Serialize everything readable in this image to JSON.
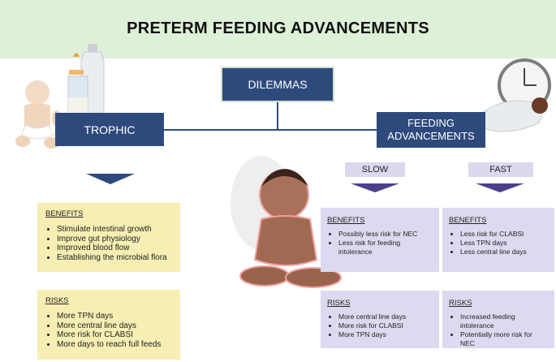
{
  "title": "PRETERM FEEDING ADVANCEMENTS",
  "dilemmas_label": "DILEMMAS",
  "trophic": {
    "label": "TROPHIC",
    "benefits": {
      "heading": "BENEFITS",
      "items": [
        "Stimulate intestinal growth",
        "Improve gut physiology",
        "Improved blood flow",
        "Establishing the microbial flora"
      ]
    },
    "risks": {
      "heading": "RISKS",
      "items": [
        "More TPN days",
        "More central line days",
        "More risk for CLABSI",
        "More days to reach full feeds"
      ]
    }
  },
  "feeding": {
    "label_line1": "FEEDING",
    "label_line2": "ADVANCEMENTS",
    "slow": {
      "label": "SLOW",
      "benefits": {
        "heading": "BENEFITS",
        "items": [
          "Possibly less risk for NEC",
          "Less risk for feeding intolerance"
        ]
      },
      "risks": {
        "heading": "RISKS",
        "items": [
          "More central line days",
          "More risk for CLABSI",
          "More TPN days"
        ]
      }
    },
    "fast": {
      "label": "FAST",
      "benefits": {
        "heading": "BENEFITS",
        "items": [
          "Less risk for CLABSI",
          "Less TPN days",
          "Less central line days"
        ]
      },
      "risks": {
        "heading": "RISKS",
        "items": [
          "Increased feeding intolerance",
          "Potentially more risk for NEC"
        ]
      }
    }
  },
  "colors": {
    "header_bg": "#dff0d8",
    "navy": "#2e4a7d",
    "yellow_card": "#f6eeb2",
    "lavender_card": "#dcdaf0",
    "lavender_arrow": "#4b3f8c"
  },
  "icons": [
    "baby-sitting-icon",
    "baby-bottle-icon",
    "wall-clock-icon",
    "swaddled-infant-icon",
    "toddler-sitting-icon"
  ]
}
